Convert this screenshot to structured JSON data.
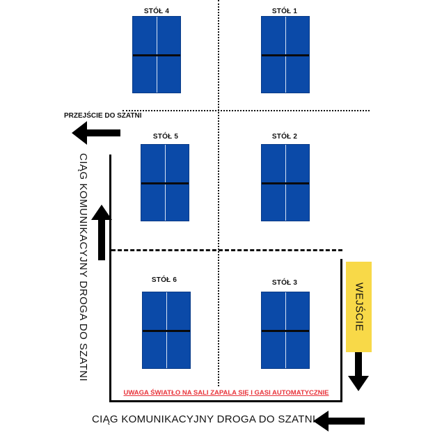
{
  "tables": [
    {
      "label": "STÓŁ 4"
    },
    {
      "label": "STÓŁ 1"
    },
    {
      "label": "STÓŁ 5"
    },
    {
      "label": "STÓŁ 2"
    },
    {
      "label": "STÓŁ 6"
    },
    {
      "label": "STÓŁ 3"
    }
  ],
  "labels": {
    "passage": "PRZEJŚCIE DO SZATNI",
    "corridor_vertical": "CIĄG KOMUNIKACYJNY DROGA DO SZATNI",
    "corridor_horizontal": "CIĄG KOMUNIKACYJNY DROGA DO SZATNI",
    "entrance": "WEJŚCIE",
    "warning": "UWAGA ŚWIATŁO NA SALI ZAPALA SIĘ I GASI AUTOMATYCZNIE"
  },
  "colors": {
    "table": "#0b4aa8",
    "entrance": "#f8d948",
    "warning": "#e8333a"
  }
}
